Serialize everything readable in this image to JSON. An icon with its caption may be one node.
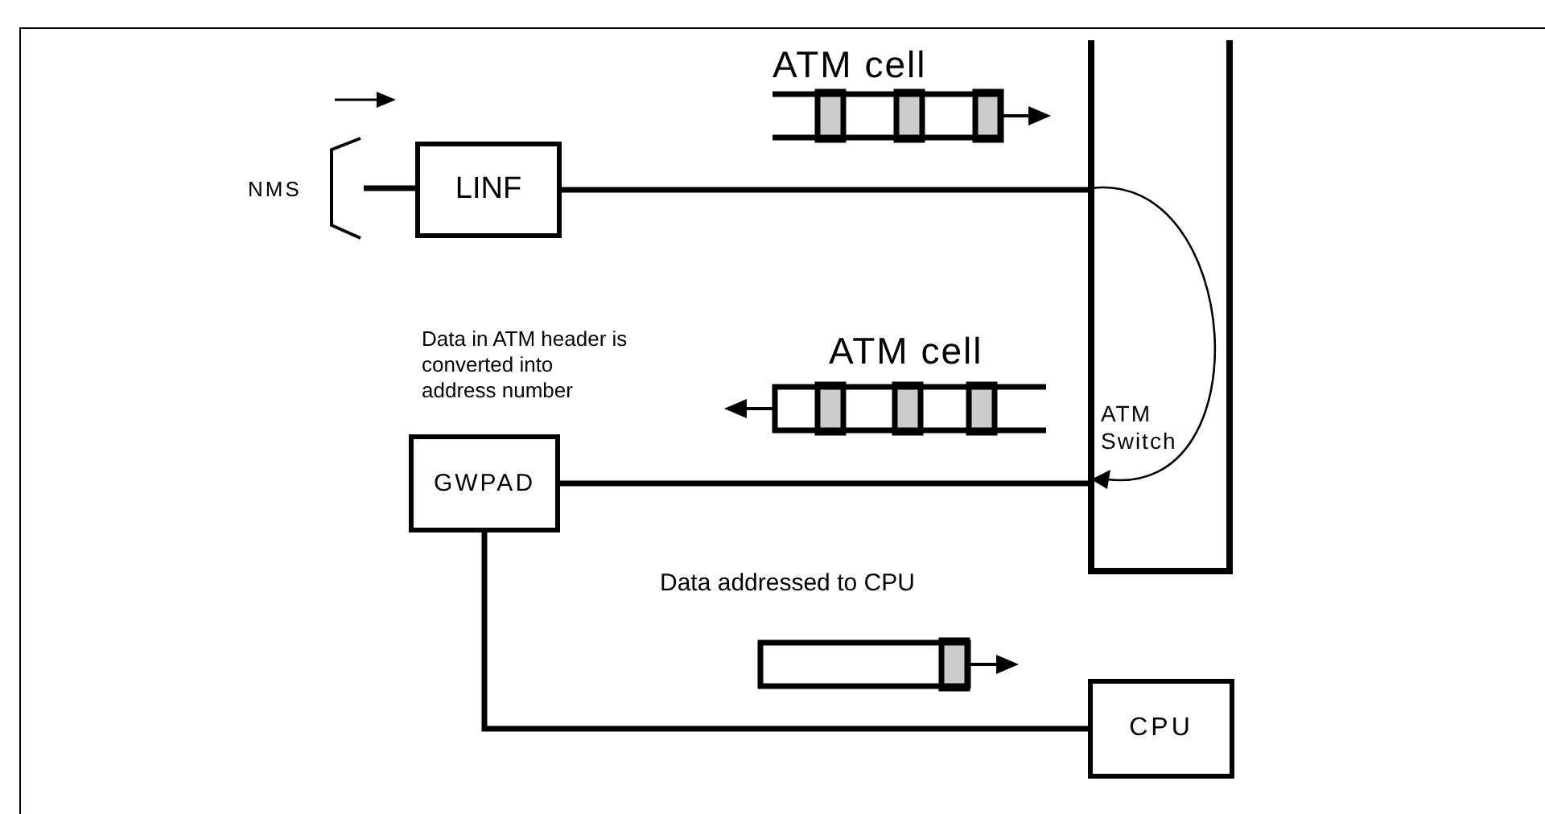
{
  "diagram": {
    "nodes": [
      {
        "text": [
          "NMS"
        ]
      },
      {
        "text": [
          "LINF"
        ]
      },
      {
        "text": [
          "ATM Switch"
        ]
      },
      {
        "text": [
          "GWPAD"
        ]
      },
      {
        "text": [
          "CPU"
        ]
      }
    ],
    "edges": [
      {
        "from": 0,
        "to": 1,
        "arrow": "none"
      },
      {
        "from": 1,
        "to": 2,
        "arrow": "none"
      },
      {
        "from": 3,
        "to": 2,
        "arrow": "none"
      },
      {
        "from": 3,
        "to": 4,
        "arrow": "none"
      }
    ],
    "labels": [
      "ATM cell",
      "Data in ATM header is converted into address number",
      "ATM cell",
      "Data addressed to CPU"
    ]
  }
}
